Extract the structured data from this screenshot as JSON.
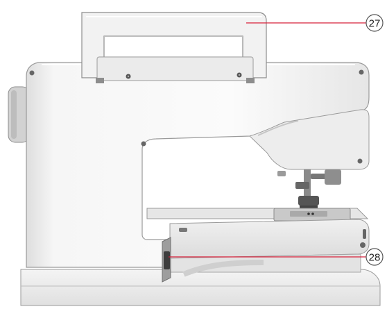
{
  "colors": {
    "body_white": "#f7f7f7",
    "body_shade": "#e2e2e2",
    "edge": "#9a9a9a",
    "dark_part": "#555555",
    "callout_line": "#d8203a",
    "callout_ring": "#555555"
  },
  "callouts": [
    {
      "number": "27",
      "target": "handle"
    },
    {
      "number": "28",
      "target": "free-arm-side-opening"
    }
  ]
}
